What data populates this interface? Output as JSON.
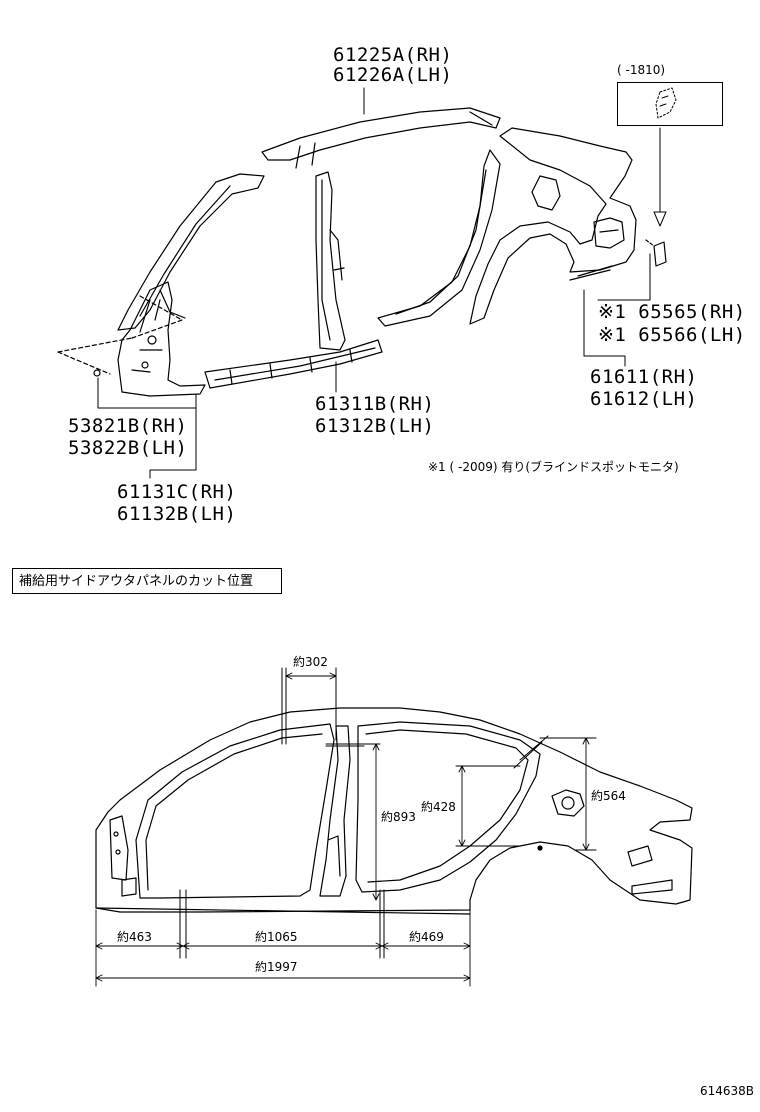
{
  "part_labels": {
    "roof_side_rh": "61225A(RH)",
    "roof_side_lh": "61226A(LH)",
    "front_pillar_rh": "53821B(RH)",
    "front_pillar_lh": "53822B(LH)",
    "cowl_side_rh": "61131C(RH)",
    "cowl_side_lh": "61132B(LH)",
    "rocker_rh": "61311B(RH)",
    "rocker_lh": "61312B(LH)",
    "bracket_rh": "※1 65565(RH)",
    "bracket_lh": "※1 65566(LH)",
    "quarter_rh": "61611(RH)",
    "quarter_lh": "61612(LH)"
  },
  "inset_caption": "(     -1810)",
  "footnote": "※1 (        -2009) 有り(ブラインドスポットモニタ)",
  "section_title": "補給用サイドアウタパネルのカット位置",
  "dimensions": {
    "d302": "約302",
    "d893": "約893",
    "d428": "約428",
    "d564": "約564",
    "d463": "約463",
    "d1065": "約1065",
    "d469": "約469",
    "d1997": "約1997"
  },
  "figure_code": "614638B"
}
